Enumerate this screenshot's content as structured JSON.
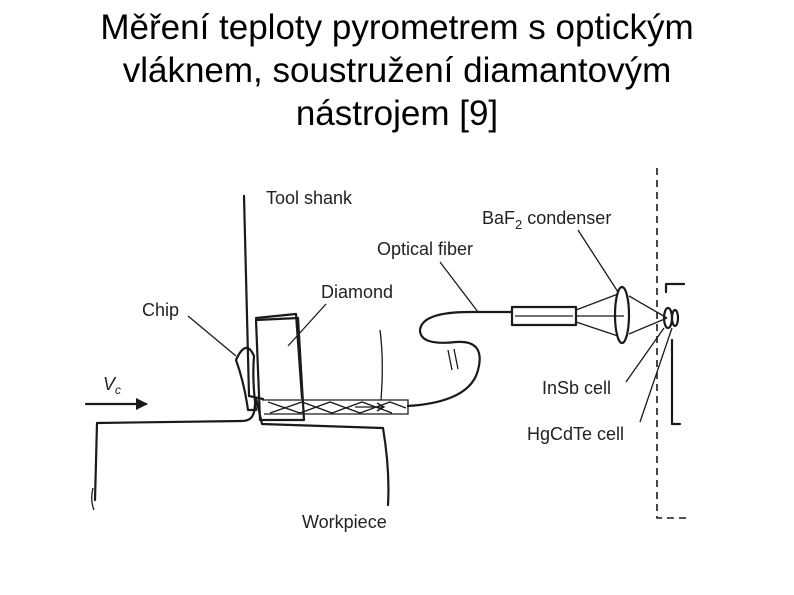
{
  "slide": {
    "title_lines": [
      "Měření teploty pyrometrem s optickým",
      "vláknem, soustružení diamantovým",
      "nástrojem [9]"
    ]
  },
  "diagram": {
    "labels": {
      "tool_shank": "Tool shank",
      "condenser_pre": "BaF",
      "condenser_sub": "2",
      "condenser_post": " condenser",
      "optical_fiber": "Optical fiber",
      "diamond": "Diamond",
      "chip": "Chip",
      "velocity_main": "V",
      "velocity_sub": "c",
      "insb_cell": "InSb cell",
      "hgcdte_cell": "HgCdTe cell",
      "workpiece": "Workpiece"
    }
  }
}
